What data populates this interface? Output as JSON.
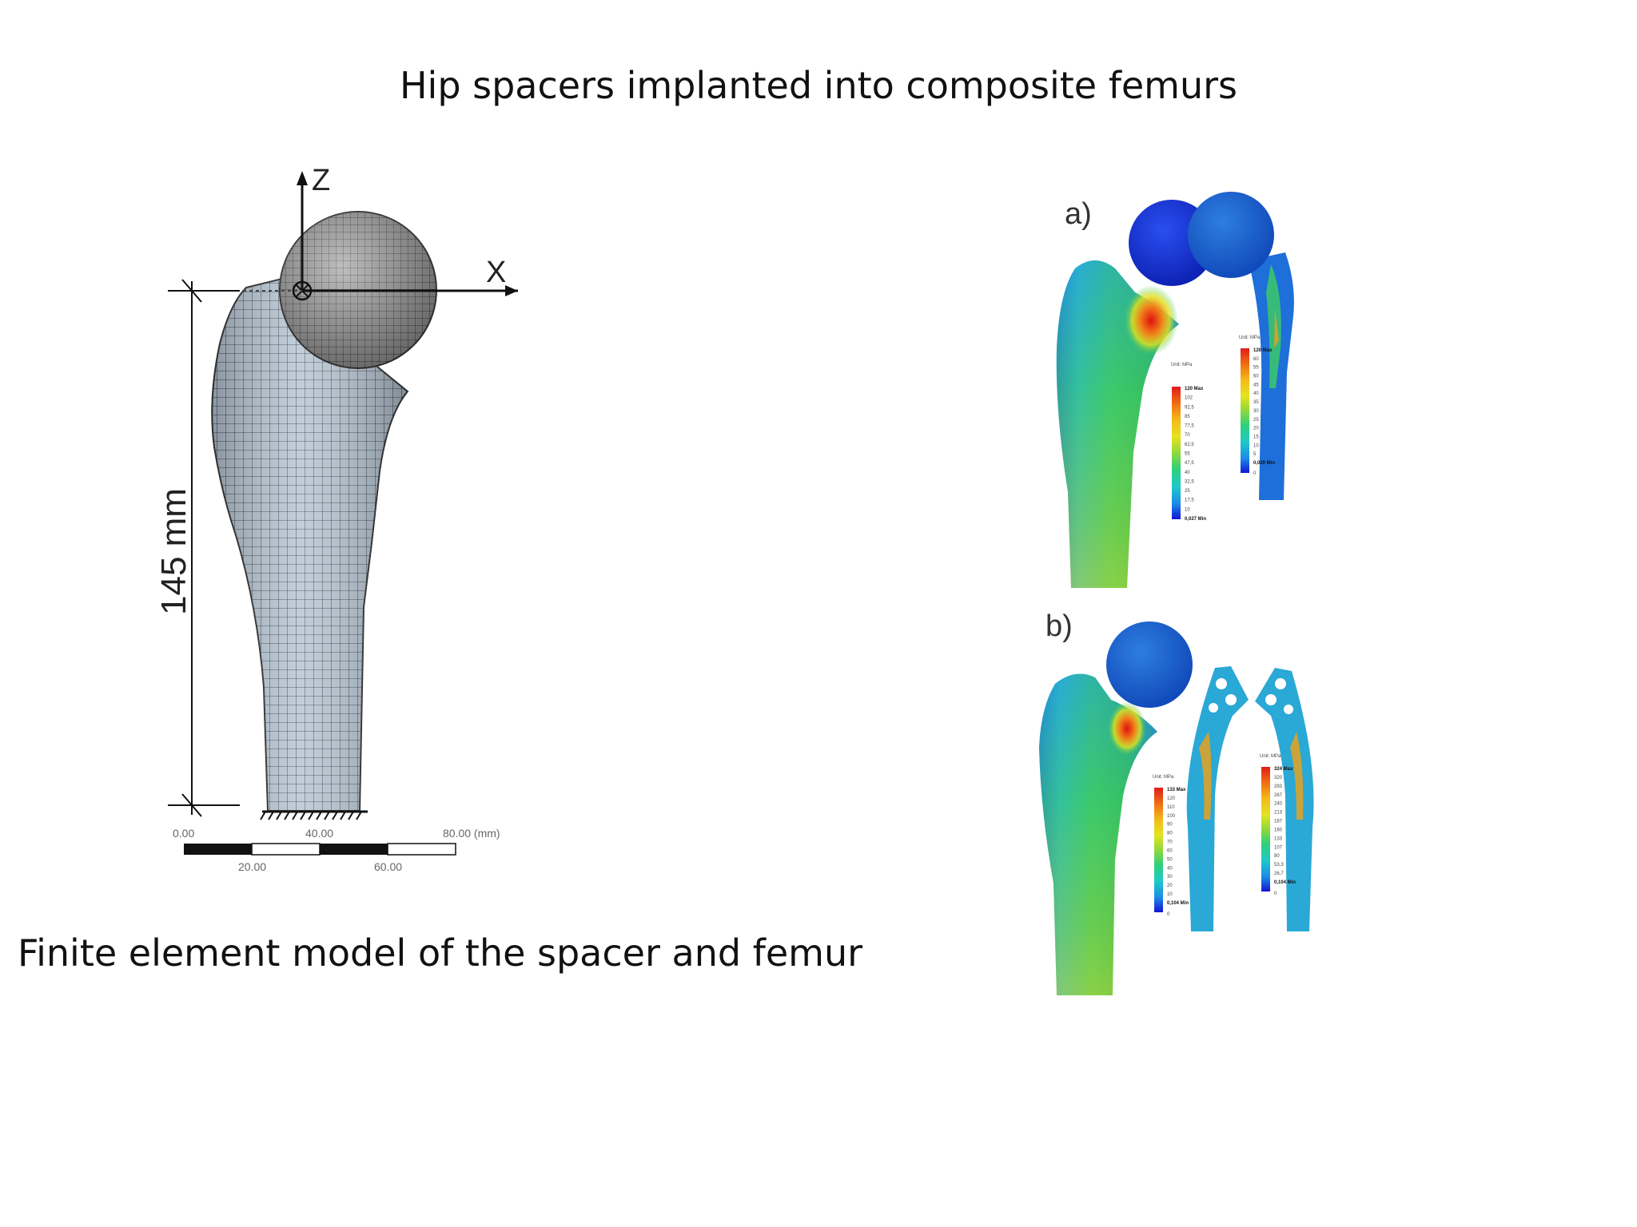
{
  "slide": {
    "title": "Hip spacers implanted into composite femurs",
    "caption": "Finite element model of the spacer and femur"
  },
  "fe_model": {
    "axis_z": "Z",
    "axis_x": "X",
    "dimension": "145 mm",
    "scale_bar": {
      "top_labels": [
        "0.00",
        "40.00",
        "80.00 (mm)"
      ],
      "bottom_labels": [
        "20.00",
        "60.00"
      ]
    }
  },
  "results": {
    "panel_a": {
      "label": "a)",
      "legend_left": {
        "unit": "Unit: MPa",
        "max": "120 Max",
        "values": [
          "102",
          "92,5",
          "85",
          "77,5",
          "70",
          "62,5",
          "55",
          "47,5",
          "40",
          "32,5",
          "25",
          "17,5",
          "10"
        ],
        "min": "0,027 Min"
      },
      "legend_right": {
        "unit": "Unit: MPa",
        "max": "120 Max",
        "values": [
          "60",
          "55",
          "50",
          "45",
          "40",
          "35",
          "30",
          "25",
          "20",
          "15",
          "10",
          "5"
        ],
        "min": "0,020 Min",
        "bottom": "0"
      }
    },
    "panel_b": {
      "label": "b)",
      "legend_left": {
        "unit": "Unit: MPa",
        "max": "133 Max",
        "values": [
          "120",
          "110",
          "100",
          "90",
          "80",
          "70",
          "60",
          "50",
          "40",
          "30",
          "20",
          "10"
        ],
        "min": "0,104 Min",
        "bottom": "0"
      },
      "legend_right": {
        "unit": "Unit: MPa",
        "max": "324 Max",
        "values": [
          "320",
          "293",
          "267",
          "240",
          "213",
          "187",
          "160",
          "133",
          "107",
          "80",
          "53,3",
          "26,7"
        ],
        "min": "0,104 Min",
        "bottom": "0"
      }
    }
  }
}
